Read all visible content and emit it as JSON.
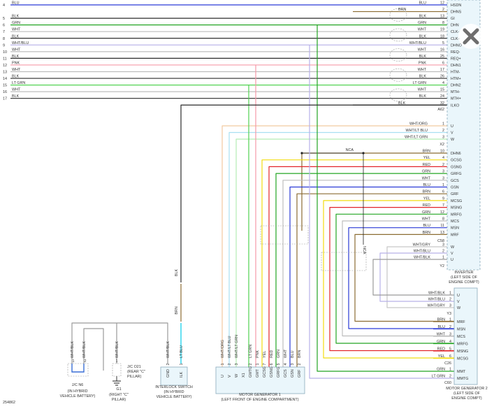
{
  "colors": {
    "BLU": "#2a3ad6",
    "BLK": "#2b2b2b",
    "GRN": "#23a523",
    "WHT": "#bdbdbd",
    "WHT/BLU": "#b7b0e8",
    "PNK": "#f59aa8",
    "LT GRN": "#52d352",
    "BRN": "#8b6c32",
    "YEL": "#f2dd10",
    "RED": "#e2262a",
    "WHT/ORG": "#f2c9a0",
    "WHT/LT BLU": "#a9e0f2",
    "WHT/LT GRN": "#b5ecb5",
    "WHT/GRY": "#c6c6c6",
    "WHT/BLK": "#9a9a9a",
    "LT BLU": "#40d8ee"
  },
  "diagram_id": "254862",
  "upper_wires": [
    {
      "num": "4",
      "color": "BLU",
      "wire_no": "12",
      "terminal": "HSDN"
    },
    {
      "num": "",
      "color": "BRN",
      "wire_no": "2",
      "terminal": "DHNS"
    },
    {
      "num": "5",
      "color": "BLK",
      "wire_no": "13",
      "terminal": "GI"
    },
    {
      "num": "6",
      "color": "GRN",
      "wire_no": "8",
      "terminal": "DHN"
    },
    {
      "num": "7",
      "color": "WHT",
      "wire_no": "19",
      "terminal": "CLK-"
    },
    {
      "num": "8",
      "color": "BLK",
      "wire_no": "18",
      "terminal": "CLK+"
    },
    {
      "num": "9",
      "color": "WHT/BLU",
      "wire_no": "5",
      "terminal": "DHNO"
    },
    {
      "num": "10",
      "color": "WHT",
      "wire_no": "16",
      "terminal": "REQ-"
    },
    {
      "num": "11",
      "color": "BLK",
      "wire_no": "25",
      "terminal": "REQ+"
    },
    {
      "num": "12",
      "color": "PNK",
      "wire_no": "6",
      "terminal": "DHN1"
    },
    {
      "num": "13",
      "color": "WHT",
      "wire_no": "17",
      "terminal": "HTM-"
    },
    {
      "num": "14",
      "color": "BLK",
      "wire_no": "26",
      "terminal": "HTM+"
    },
    {
      "num": "15",
      "color": "LT GRN",
      "wire_no": "4",
      "terminal": "DHN2"
    },
    {
      "num": "16",
      "color": "WHT",
      "wire_no": "15",
      "terminal": "MTH-"
    },
    {
      "num": "17",
      "color": "BLK",
      "wire_no": "24",
      "terminal": "MTH+"
    },
    {
      "num": "",
      "color": "BLK",
      "wire_no": "32",
      "terminal": "ILKO"
    }
  ],
  "conn_a62": "A62",
  "uvw_x2": [
    {
      "color": "WHT/ORG",
      "wire_no": "1",
      "terminal": "U"
    },
    {
      "color": "WHT/LT BLU",
      "wire_no": "2",
      "terminal": "V"
    },
    {
      "color": "WHT/LT GRN",
      "wire_no": "3",
      "terminal": "W"
    }
  ],
  "conn_x2": "X2",
  "nca_label": "NCA",
  "mid_wires": [
    {
      "color": "BRN",
      "wire_no": "10",
      "terminal": "DHN6"
    },
    {
      "color": "YEL",
      "wire_no": "4",
      "terminal": "GCSG"
    },
    {
      "color": "RED",
      "wire_no": "2",
      "terminal": "GSNG"
    },
    {
      "color": "GRN",
      "wire_no": "3",
      "terminal": "GRFG"
    },
    {
      "color": "WHT",
      "wire_no": "3",
      "terminal": "GCS"
    },
    {
      "color": "BLU",
      "wire_no": "1",
      "terminal": "GSN"
    },
    {
      "color": "BRN",
      "wire_no": "6",
      "terminal": "GRF"
    },
    {
      "color": "YEL",
      "wire_no": "9",
      "terminal": "MCSG"
    },
    {
      "color": "RED",
      "wire_no": "7",
      "terminal": "MSNG"
    },
    {
      "color": "GRN",
      "wire_no": "12",
      "terminal": "MRFG"
    },
    {
      "color": "WHT",
      "wire_no": "8",
      "terminal": "MCS"
    },
    {
      "color": "BLU",
      "wire_no": "11",
      "terminal": "MSN"
    },
    {
      "color": "BRN",
      "wire_no": "13",
      "terminal": "MRF"
    }
  ],
  "conn_c58": "C58",
  "uvw_y2": [
    {
      "color": "WHT/GRY",
      "wire_no": "3",
      "terminal": "W"
    },
    {
      "color": "WHT/BLU",
      "wire_no": "2",
      "terminal": "V"
    },
    {
      "color": "WHT/BLK",
      "wire_no": "1",
      "terminal": "U"
    }
  ],
  "conn_y2": "Y2",
  "inverter_caption": [
    "INVERTER",
    "(LEFT SIDE OF",
    "ENGINE COMPT)"
  ],
  "mg2_uvw": [
    {
      "color": "WHT/BLK",
      "wire_no": "1",
      "terminal": "U"
    },
    {
      "color": "WHT/BLU",
      "wire_no": "2",
      "terminal": "V"
    },
    {
      "color": "WHT/GRY",
      "wire_no": "3",
      "terminal": "W"
    }
  ],
  "conn_y3": "Y3",
  "mg2_wires": [
    {
      "color": "BRN",
      "wire_no": "1",
      "terminal": "MRF"
    },
    {
      "color": "BLU",
      "wire_no": "2",
      "terminal": "MSN"
    },
    {
      "color": "WHT",
      "wire_no": "3",
      "terminal": "MCS"
    },
    {
      "color": "GRN",
      "wire_no": "4",
      "terminal": "MRFG"
    },
    {
      "color": "RED",
      "wire_no": "5",
      "terminal": "MSNG"
    },
    {
      "color": "YEL",
      "wire_no": "6",
      "terminal": "MCSG"
    }
  ],
  "mg2_bottom": [
    {
      "color": "GRN",
      "wire_no": "1",
      "terminal": "MMT"
    },
    {
      "color": "LT GRN",
      "wire_no": "2",
      "terminal": "MMTG"
    }
  ],
  "conn_c60": "C60",
  "conn_c26": "C26",
  "mg2_caption": [
    "MOTOR GENERATOR 2",
    "(LEFT SIDE OF",
    "ENGINE COMPT)"
  ],
  "mg1_pins": [
    "U",
    "V",
    "W",
    "X1",
    "GMTG",
    "GMT",
    "GCSG",
    "GSNG",
    "GRFG",
    "GCS",
    "GSN",
    "GRF"
  ],
  "mg1_nums": [
    "1",
    "2",
    "3",
    "",
    "2",
    "1",
    "7",
    "6",
    "5",
    "4",
    "3",
    "2"
  ],
  "mg1_colors": [
    "WHT/ORG",
    "WHT/LT BLU",
    "WHT/LT GRN",
    "",
    "LT GRN",
    "PNK",
    "YEL",
    "RED",
    "GRN",
    "WHT",
    "BLU",
    "BRN"
  ],
  "mg1_caption": [
    "MOTOR GENERATOR 1",
    "(LEFT FRONT OF ENGINE COMPARTMENT)"
  ],
  "ilk_pins": [
    "GND",
    "ILK"
  ],
  "ilk_nums": [
    "2",
    "1"
  ],
  "ilk_colors": [
    "WHT/BLK",
    "LT BLU"
  ],
  "ilk_caption": [
    "INTERLOCK SWITCH",
    "(IN HYBRID",
    "VEHICLE BATTERY)"
  ],
  "ilk_wire_labels": [
    "BLK",
    "BRN"
  ],
  "jc_n6": {
    "colors": [
      "WHT/BLK",
      "WHT/BLK"
    ],
    "nums": [
      "1",
      "2"
    ],
    "name": "J/C N6",
    "loc": [
      "(IN HYBRID",
      "VEHICLE BATTERY)"
    ]
  },
  "jc_o21": {
    "colors": [
      "WHT/BLK"
    ],
    "nums": [
      "1"
    ],
    "name": "J/C O21",
    "loc": [
      "(REAR \"C\"",
      "PILLAR)"
    ]
  },
  "g1": {
    "name": "G1",
    "loc": [
      "(RIGHT \"C\"",
      "PILLAR)"
    ]
  }
}
